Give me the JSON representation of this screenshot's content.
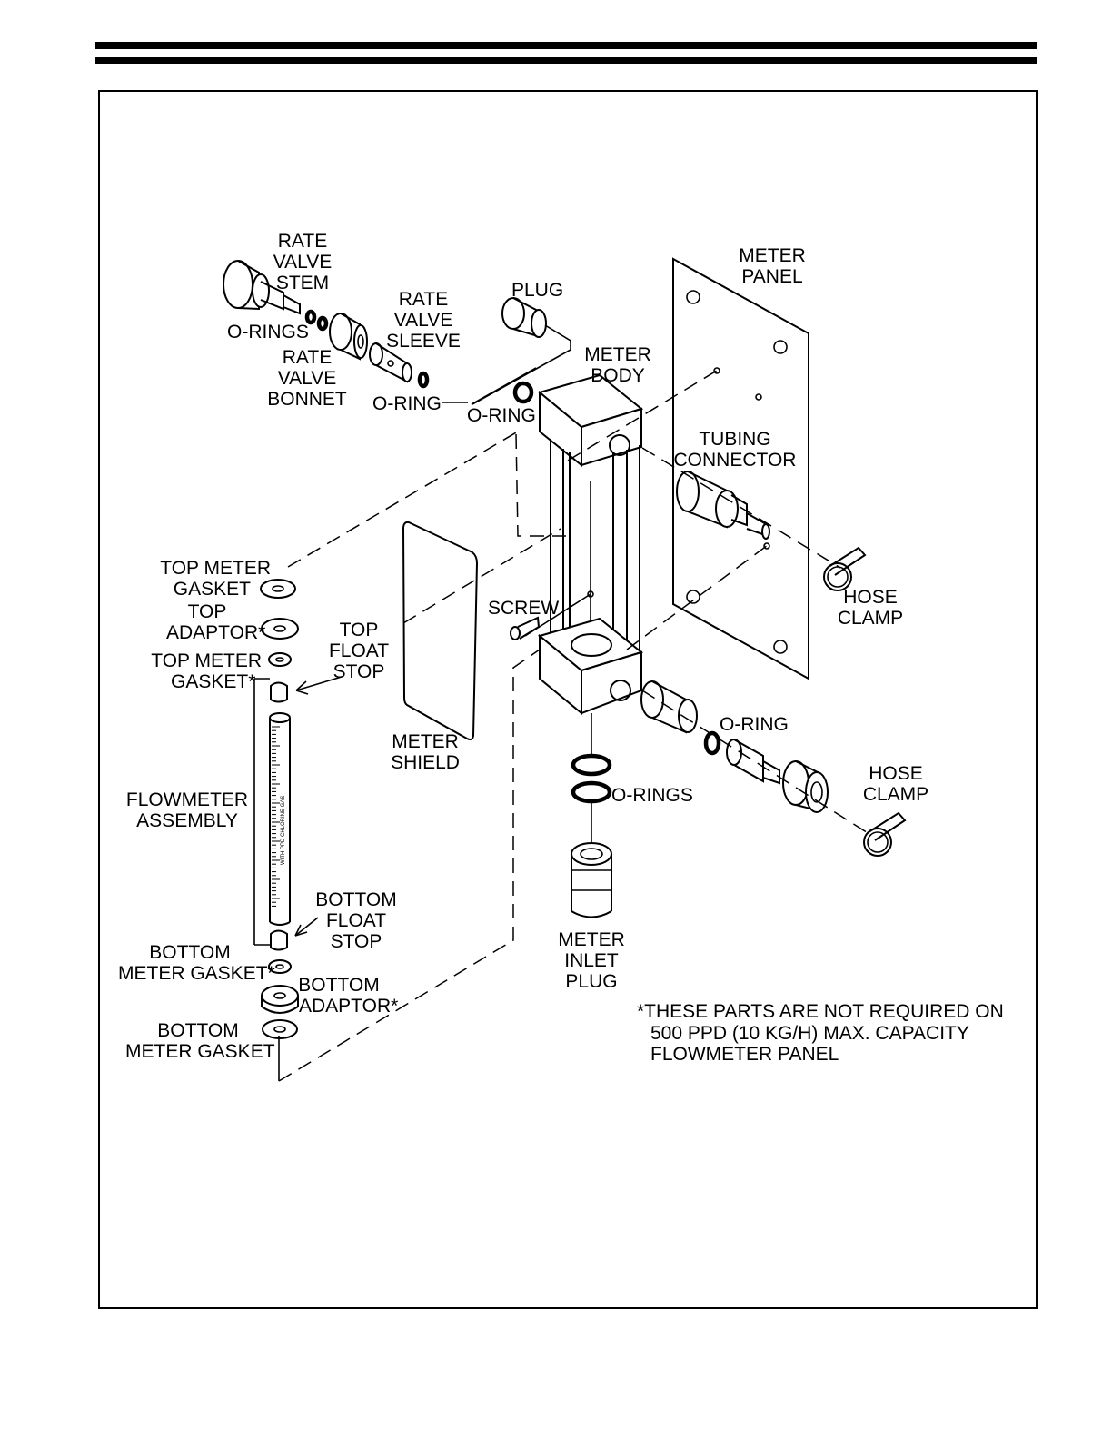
{
  "labels": {
    "rate_valve_stem": [
      "RATE",
      "VALVE",
      "STEM"
    ],
    "o_rings_top": "O-RINGS",
    "rate_valve_bonnet": [
      "RATE",
      "VALVE",
      "BONNET"
    ],
    "rate_valve_sleeve": [
      "RATE",
      "VALVE",
      "SLEEVE"
    ],
    "o_ring_sleeve": "O-RING",
    "plug": "PLUG",
    "o_ring_plug": "O-RING",
    "meter_panel": [
      "METER",
      "PANEL"
    ],
    "meter_body": [
      "METER",
      "BODY"
    ],
    "tubing_connector": [
      "TUBING",
      "CONNECTOR"
    ],
    "hose_clamp_upper": [
      "HOSE",
      "CLAMP"
    ],
    "top_meter_gasket": [
      "TOP  METER",
      "GASKET"
    ],
    "top_adaptor": [
      "TOP",
      "ADAPTOR*"
    ],
    "top_meter_gasket_star": [
      "TOP  METER",
      "GASKET*"
    ],
    "top_float_stop": [
      "TOP",
      "FLOAT",
      "STOP"
    ],
    "screw": "SCREW",
    "meter_shield": [
      "METER",
      "SHIELD"
    ],
    "flowmeter_assembly": [
      "FLOWMETER",
      "ASSEMBLY"
    ],
    "o_ring_lower": "O-RING",
    "o_rings_lower": "O-RINGS",
    "hose_clamp_lower": [
      "HOSE",
      "CLAMP"
    ],
    "bottom_float_stop": [
      "BOTTOM",
      "FLOAT",
      "STOP"
    ],
    "bottom_meter_gasket_star": [
      "BOTTOM",
      "METER  GASKET*"
    ],
    "bottom_adaptor": [
      "BOTTOM",
      "ADAPTOR*"
    ],
    "bottom_meter_gasket": [
      "BOTTOM",
      "METER  GASKET"
    ],
    "meter_inlet_plug": [
      "METER",
      "INLET",
      "PLUG"
    ]
  },
  "note": [
    "*THESE  PARTS  ARE  NOT  REQUIRED  ON",
    "500  PPD  (10  KG/H)  MAX.  CAPACITY",
    "FLOWMETER  PANEL"
  ],
  "tube_marking": "WITH  PPD  CHLORINE  GAS"
}
